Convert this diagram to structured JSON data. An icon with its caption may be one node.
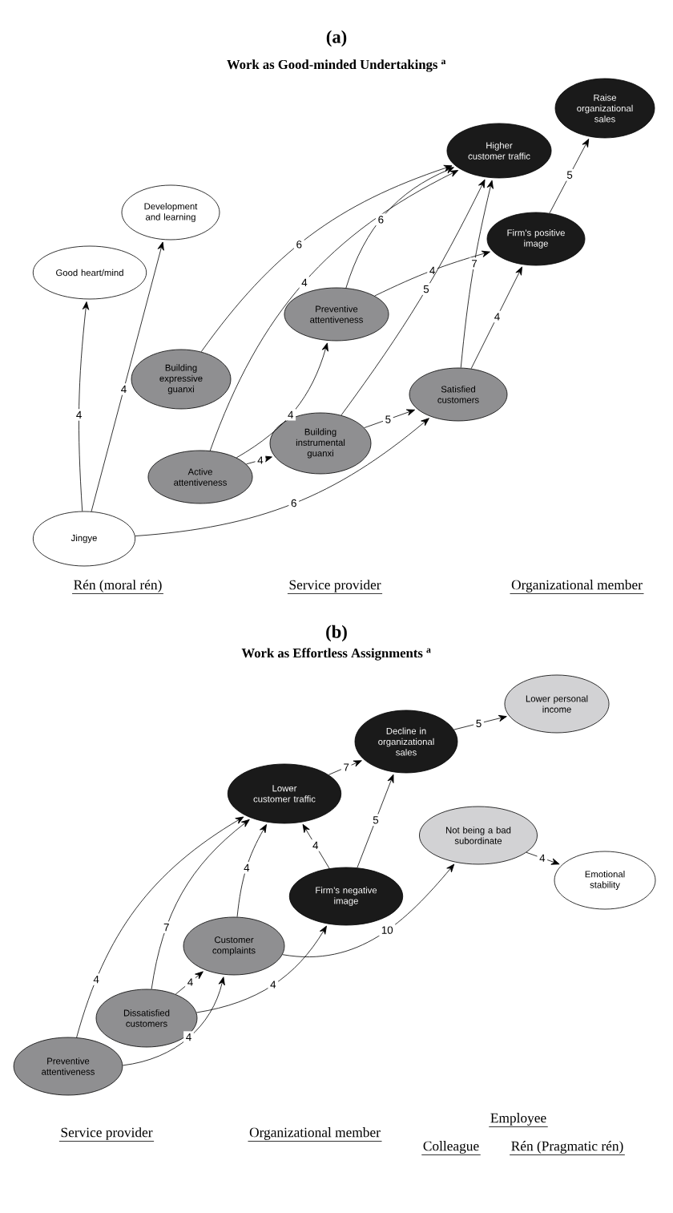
{
  "diagram": {
    "nodes": [
      {
        "text": [
          "Raise organizational sales"
        ]
      },
      {
        "text": [
          "Higher customer traffic"
        ]
      },
      {
        "text": [
          "Development and learning"
        ]
      },
      {
        "text": [
          "Firm’s positive image"
        ]
      },
      {
        "text": [
          "Good heart/mind"
        ]
      },
      {
        "text": [
          "Preventive attentiveness"
        ]
      },
      {
        "text": [
          "Building expressive guanxi"
        ]
      },
      {
        "text": [
          "Satisfied customers"
        ]
      },
      {
        "text": [
          "Building instrumental guanxi"
        ]
      },
      {
        "text": [
          "Active attentiveness"
        ]
      },
      {
        "text": [
          "Jingye"
        ]
      },
      {
        "text": [
          "Lower personal income"
        ]
      },
      {
        "text": [
          "Decline in organizational sales"
        ]
      },
      {
        "text": [
          "Lower customer traffic"
        ]
      },
      {
        "text": [
          "Not being a bad subordinate"
        ]
      },
      {
        "text": [
          "Emotional stability"
        ]
      },
      {
        "text": [
          "Firm’s negative image"
        ]
      },
      {
        "text": [
          "Customer complaints"
        ]
      },
      {
        "text": [
          "Dissatisfied customers"
        ]
      },
      {
        "text": [
          "Preventive attentiveness"
        ]
      }
    ],
    "edges": [
      {
        "from": 10,
        "to": 4,
        "arrow": "to",
        "label": "4"
      },
      {
        "from": 10,
        "to": 2,
        "arrow": "to",
        "label": "4"
      },
      {
        "from": 10,
        "to": 7,
        "arrow": "to",
        "label": "6"
      },
      {
        "from": 6,
        "to": 1,
        "arrow": "to",
        "label": "6"
      },
      {
        "from": 9,
        "to": 1,
        "arrow": "to",
        "label": "4"
      },
      {
        "from": 5,
        "to": 1,
        "arrow": "to",
        "label": "6"
      },
      {
        "from": 5,
        "to": 3,
        "arrow": "to",
        "label": "4"
      },
      {
        "from": 8,
        "to": 1,
        "arrow": "to",
        "label": "5"
      },
      {
        "from": 7,
        "to": 1,
        "arrow": "to",
        "label": "7"
      },
      {
        "from": 7,
        "to": 3,
        "arrow": "to",
        "label": "4"
      },
      {
        "from": 3,
        "to": 0,
        "arrow": "to",
        "label": "5"
      },
      {
        "from": 9,
        "to": 5,
        "arrow": "to",
        "label": "4"
      },
      {
        "from": 9,
        "to": 8,
        "arrow": "to",
        "label": "4"
      },
      {
        "from": 8,
        "to": 7,
        "arrow": "to",
        "label": "5"
      },
      {
        "from": 12,
        "to": 11,
        "arrow": "to",
        "label": "5"
      },
      {
        "from": 13,
        "to": 12,
        "arrow": "to",
        "label": "7"
      },
      {
        "from": 16,
        "to": 12,
        "arrow": "to",
        "label": "5"
      },
      {
        "from": 16,
        "to": 13,
        "arrow": "to",
        "label": "4"
      },
      {
        "from": 19,
        "to": 13,
        "arrow": "to",
        "label": "4"
      },
      {
        "from": 18,
        "to": 13,
        "arrow": "to",
        "label": "7"
      },
      {
        "from": 17,
        "to": 13,
        "arrow": "to",
        "label": "4"
      },
      {
        "from": 18,
        "to": 17,
        "arrow": "to",
        "label": "4"
      },
      {
        "from": 18,
        "to": 16,
        "arrow": "to",
        "label": "4"
      },
      {
        "from": 19,
        "to": 17,
        "arrow": "to",
        "label": "4"
      },
      {
        "from": 17,
        "to": 14,
        "arrow": "to",
        "label": "10"
      },
      {
        "from": 14,
        "to": 15,
        "arrow": "to",
        "label": "4"
      }
    ],
    "labels": [
      "(a)",
      "Work as Good-minded Undertakings $^{a}$",
      "Rén (moral rén)",
      "Service provider",
      "Organizational member",
      "(b)",
      "Work as Effortless Assignments $^{a}$",
      "Service provider",
      "Organizational member",
      "Employee",
      "Colleague",
      "Rén (Pragmatic rén)"
    ]
  }
}
